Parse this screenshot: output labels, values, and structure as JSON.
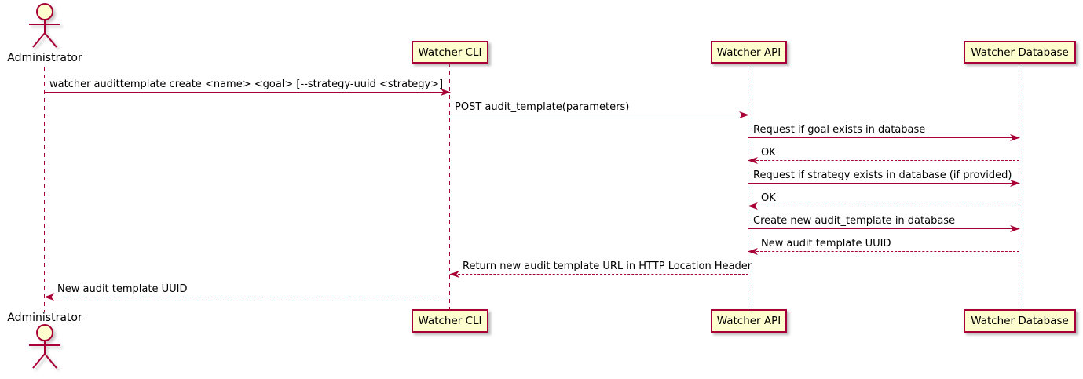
{
  "diagram_type": "uml-sequence",
  "colors": {
    "stroke": "#A80036",
    "fill": "#FEFECE",
    "text": "#000000",
    "background": "#FFFFFF"
  },
  "actors": [
    {
      "name": "Administrator"
    }
  ],
  "participants": [
    {
      "name": "Watcher CLI"
    },
    {
      "name": "Watcher API"
    },
    {
      "name": "Watcher Database"
    }
  ],
  "messages": [
    {
      "from": "Administrator",
      "to": "Watcher CLI",
      "style": "solid",
      "label": "watcher audittemplate create <name> <goal> [--strategy-uuid <strategy>]"
    },
    {
      "from": "Watcher CLI",
      "to": "Watcher API",
      "style": "solid",
      "label": "POST audit_template(parameters)"
    },
    {
      "from": "Watcher API",
      "to": "Watcher Database",
      "style": "solid",
      "label": "Request if goal exists in database"
    },
    {
      "from": "Watcher Database",
      "to": "Watcher API",
      "style": "dashed",
      "label": "OK"
    },
    {
      "from": "Watcher API",
      "to": "Watcher Database",
      "style": "solid",
      "label": "Request if strategy exists in database (if provided)"
    },
    {
      "from": "Watcher Database",
      "to": "Watcher API",
      "style": "dashed",
      "label": "OK"
    },
    {
      "from": "Watcher API",
      "to": "Watcher Database",
      "style": "solid",
      "label": "Create new audit_template in database"
    },
    {
      "from": "Watcher Database",
      "to": "Watcher API",
      "style": "dashed",
      "label": "New audit template UUID"
    },
    {
      "from": "Watcher API",
      "to": "Watcher CLI",
      "style": "dashed",
      "label": "Return new audit template URL in HTTP Location Header"
    },
    {
      "from": "Watcher CLI",
      "to": "Administrator",
      "style": "dashed",
      "label": "New audit template UUID"
    }
  ]
}
